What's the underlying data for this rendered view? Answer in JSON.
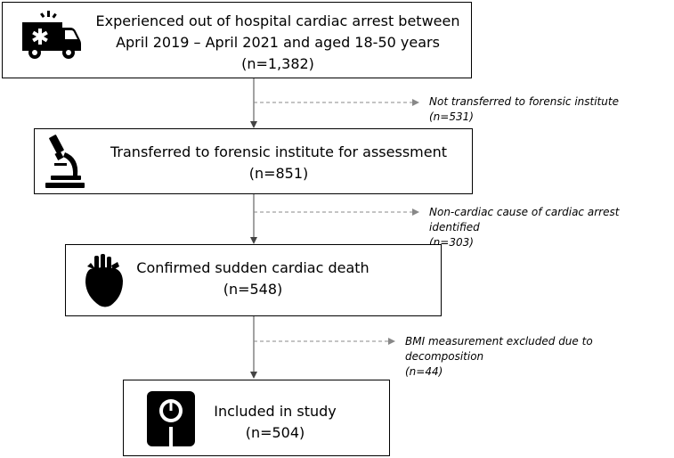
{
  "steps": [
    {
      "line1": "Experienced out of hospital cardiac arrest between",
      "line2": "April 2019 – April 2021 and aged 18-50 years",
      "count": "(n=1,382)",
      "icon": "ambulance-icon"
    },
    {
      "line1": "Transferred to forensic institute for assessment",
      "count": "(n=851)",
      "icon": "microscope-icon"
    },
    {
      "line1": "Confirmed sudden cardiac death",
      "count": "(n=548)",
      "icon": "heart-icon"
    },
    {
      "line1": "Included in study",
      "count": "(n=504)",
      "icon": "scale-icon"
    }
  ],
  "exclusions": [
    {
      "label": "Not transferred to forensic institute",
      "count": "(n=531)"
    },
    {
      "label": "Non-cardiac cause of cardiac arrest identified",
      "count": "(n=303)"
    },
    {
      "label": "BMI measurement excluded due to decomposition",
      "count": "(n=44)"
    }
  ]
}
